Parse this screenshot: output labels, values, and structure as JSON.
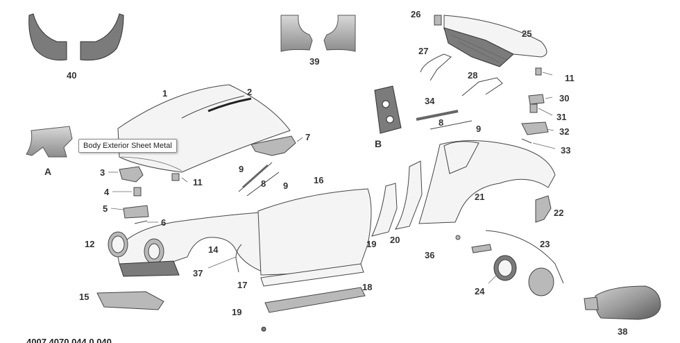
{
  "tooltip": "Body Exterior Sheet Metal",
  "part_numbers": [
    "1",
    "2",
    "3",
    "4",
    "5",
    "6",
    "7",
    "8",
    "8",
    "9",
    "9",
    "9",
    "11",
    "11",
    "12",
    "14",
    "15",
    "16",
    "17",
    "18",
    "19",
    "19",
    "20",
    "21",
    "22",
    "23",
    "24",
    "25",
    "26",
    "27",
    "28",
    "30",
    "31",
    "32",
    "33",
    "34",
    "36",
    "37",
    "38",
    "39",
    "40"
  ],
  "letters": [
    "A",
    "B"
  ],
  "footer_cut": "4007 4070 044 0 040"
}
